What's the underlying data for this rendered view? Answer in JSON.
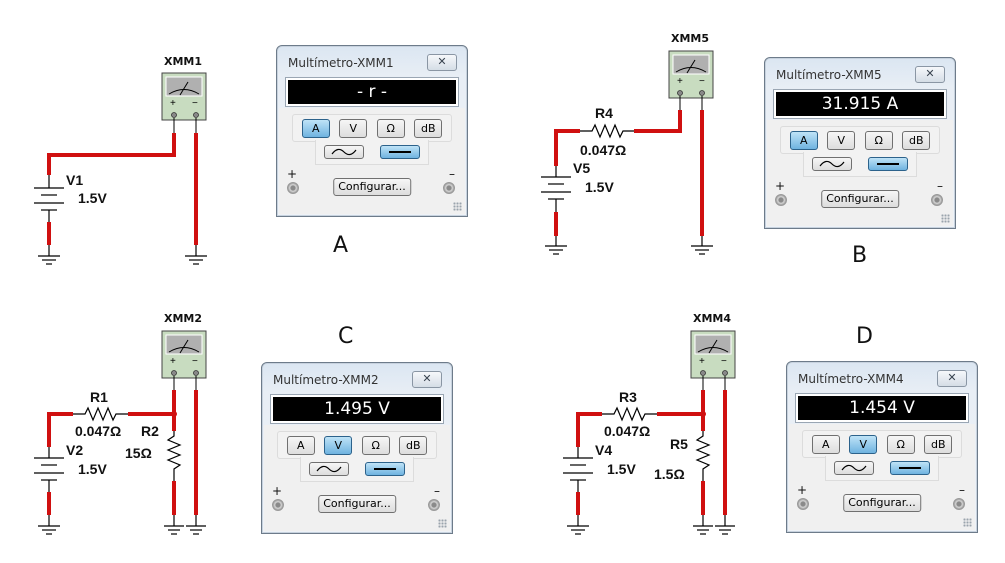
{
  "colors": {
    "wire": "#d01010",
    "meter_body": "#c8dcc0",
    "display_bg": "#000000",
    "active_button": "#6fb3e0"
  },
  "circuits": [
    {
      "id": "A",
      "caption": "A",
      "source": {
        "name": "V1",
        "value": "1.5V"
      },
      "meter": {
        "name": "XMM1"
      }
    },
    {
      "id": "B",
      "caption": "B",
      "source": {
        "name": "V5",
        "value": "1.5V"
      },
      "series_resistor": {
        "name": "R4",
        "value": "0.047Ω"
      },
      "meter": {
        "name": "XMM5"
      }
    },
    {
      "id": "C",
      "caption": "C",
      "source": {
        "name": "V2",
        "value": "1.5V"
      },
      "series_resistor": {
        "name": "R1",
        "value": "0.047Ω"
      },
      "load_resistor": {
        "name": "R2",
        "value": "15Ω"
      },
      "meter": {
        "name": "XMM2"
      }
    },
    {
      "id": "D",
      "caption": "D",
      "source": {
        "name": "V4",
        "value": "1.5V"
      },
      "series_resistor": {
        "name": "R3",
        "value": "0.047Ω"
      },
      "load_resistor": {
        "name": "R5",
        "value": "1.5Ω"
      },
      "meter": {
        "name": "XMM4"
      }
    }
  ],
  "windows": [
    {
      "title": "Multímetro-XMM1",
      "reading": "- r -",
      "active_mode": "A",
      "active_wave": "dc"
    },
    {
      "title": "Multímetro-XMM5",
      "reading": "31.915 A",
      "active_mode": "A",
      "active_wave": "dc"
    },
    {
      "title": "Multímetro-XMM2",
      "reading": "1.495 V",
      "active_mode": "V",
      "active_wave": "dc"
    },
    {
      "title": "Multímetro-XMM4",
      "reading": "1.454 V",
      "active_mode": "V",
      "active_wave": "dc"
    }
  ],
  "ui": {
    "close_glyph": "✕",
    "modes": [
      "A",
      "V",
      "Ω",
      "dB"
    ],
    "configure_label": "Configurar...",
    "plus": "+",
    "minus": "–",
    "meter_plus": "+",
    "meter_minus": "−"
  }
}
